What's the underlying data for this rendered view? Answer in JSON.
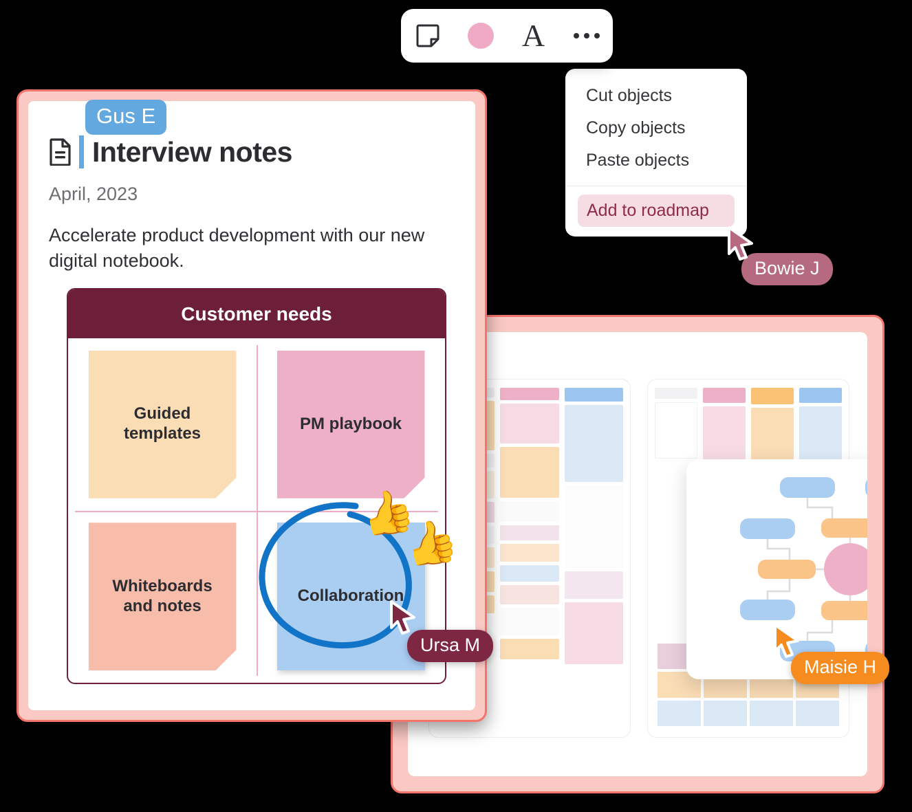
{
  "toolbar": {
    "items": [
      {
        "name": "sticky-note-tool",
        "icon": "note-icon",
        "label": "Sticky note"
      },
      {
        "name": "color-tool",
        "icon": "color-dot",
        "label": "Color",
        "color": "#f0aac6"
      },
      {
        "name": "text-tool",
        "icon": "letter-a",
        "label": "A"
      },
      {
        "name": "more-tool",
        "icon": "ellipsis-icon",
        "label": "More"
      }
    ]
  },
  "context_menu": {
    "items": [
      "Cut objects",
      "Copy objects",
      "Paste objects"
    ],
    "highlight": "Add to roadmap",
    "highlight_bg": "#f6dde4",
    "highlight_color": "#8f2b4b"
  },
  "cursors": [
    {
      "name": "Gus E",
      "color": "#64a8e0",
      "style": "caret"
    },
    {
      "name": "Bowie J",
      "color": "#b56a80",
      "style": "arrow"
    },
    {
      "name": "Ursa M",
      "color": "#7d2743",
      "style": "arrow"
    },
    {
      "name": "Maisie H",
      "color": "#f68c1f",
      "style": "arrow"
    }
  ],
  "document": {
    "icon": "document-icon",
    "title": "Interview notes",
    "date": "April, 2023",
    "body": "Accelerate product development with our new digital notebook.",
    "frame_color": "#fbc9c4",
    "border_color": "#f4736a"
  },
  "matrix": {
    "title": "Customer needs",
    "header_bg": "#6d1f39",
    "divider_color": "#f2aac4",
    "notes": [
      {
        "label": "Guided templates",
        "color": "#fadcb5",
        "position": "top-left"
      },
      {
        "label": "PM playbook",
        "color": "#eeb0c6",
        "position": "top-right"
      },
      {
        "label": "Whiteboards and notes",
        "color": "#f8bcab",
        "position": "bottom-left"
      },
      {
        "label": "Collaboration",
        "color": "#aacdf2",
        "position": "bottom-right"
      }
    ],
    "annotation": {
      "shape": "circle",
      "color": "#1274c6",
      "target": "Collaboration"
    },
    "reactions": [
      "👍",
      "👍"
    ]
  },
  "board": {
    "frame_color": "#fbc9c4",
    "border_color": "#f4736a",
    "panels": [
      {
        "name": "roadmap-panel-left",
        "columns": [
          {
            "blocks": [
              {
                "color": "#f2f2f4",
                "h": 14
              },
              {
                "color": "#fadcb5",
                "h": 72
              },
              {
                "color": "#f6f6f8",
                "h": 20
              },
              {
                "color": "#fbf0e2",
                "h": 40
              },
              {
                "color": "#f3dce4",
                "h": 30
              },
              {
                "color": "#f8f8fa",
                "h": 26
              },
              {
                "color": "#fadcb5",
                "h": 46
              }
            ]
          },
          {
            "blocks": [
              {
                "color": "#eeb0c6",
                "h": 18
              },
              {
                "color": "#f6dbe5",
                "h": 58
              },
              {
                "color": "#fadcb5",
                "h": 74
              },
              {
                "color": "#fafafb",
                "h": 30
              },
              {
                "color": "#f2e2ea",
                "h": 22
              },
              {
                "color": "#fbe5cc",
                "h": 26
              },
              {
                "color": "#dbe9f7",
                "h": 24
              },
              {
                "color": "#f7e4e0",
                "h": 28
              }
            ]
          },
          {
            "blocks": [
              {
                "color": "#9cc5ef",
                "h": 20
              },
              {
                "color": "#dbe9f7",
                "h": 112
              },
              {
                "color": "#fcfcfd",
                "h": 60
              },
              {
                "color": "#f3e6ee",
                "h": 30
              },
              {
                "color": "#eeb0c6",
                "h": 40
              }
            ]
          }
        ]
      },
      {
        "name": "roadmap-panel-right",
        "columns": [
          {
            "blocks": [
              {
                "color": "#f2f2f4",
                "h": 16
              },
              {
                "color": "#ffffff",
                "h": 80
              },
              {
                "color": "#f7f7f9",
                "h": 40
              }
            ]
          },
          {
            "blocks": [
              {
                "color": "#eeb0c6",
                "h": 22
              },
              {
                "color": "#f6dbe5",
                "h": 96
              },
              {
                "color": "#fafafb",
                "h": 36
              }
            ]
          },
          {
            "blocks": [
              {
                "color": "#f8c173",
                "h": 24
              },
              {
                "color": "#fadcb5",
                "h": 100
              },
              {
                "color": "#fbfbfc",
                "h": 30
              }
            ]
          },
          {
            "blocks": [
              {
                "color": "#9cc5ef",
                "h": 22
              },
              {
                "color": "#dbe9f7",
                "h": 102
              },
              {
                "color": "#fafafb",
                "h": 28
              }
            ]
          }
        ],
        "table_rows": [
          {
            "color": "#e9cfdc"
          },
          {
            "color": "#fadcb5"
          },
          {
            "color": "#dbe9f7"
          }
        ],
        "table_cols": 4
      }
    ],
    "mindmap": {
      "center_color": "#eeb0c6",
      "branch_color": "#fac489",
      "leaf_color": "#aacdf2",
      "link_color": "#dcdcdf",
      "branches": 4,
      "leaves_per_branch": 2
    }
  }
}
